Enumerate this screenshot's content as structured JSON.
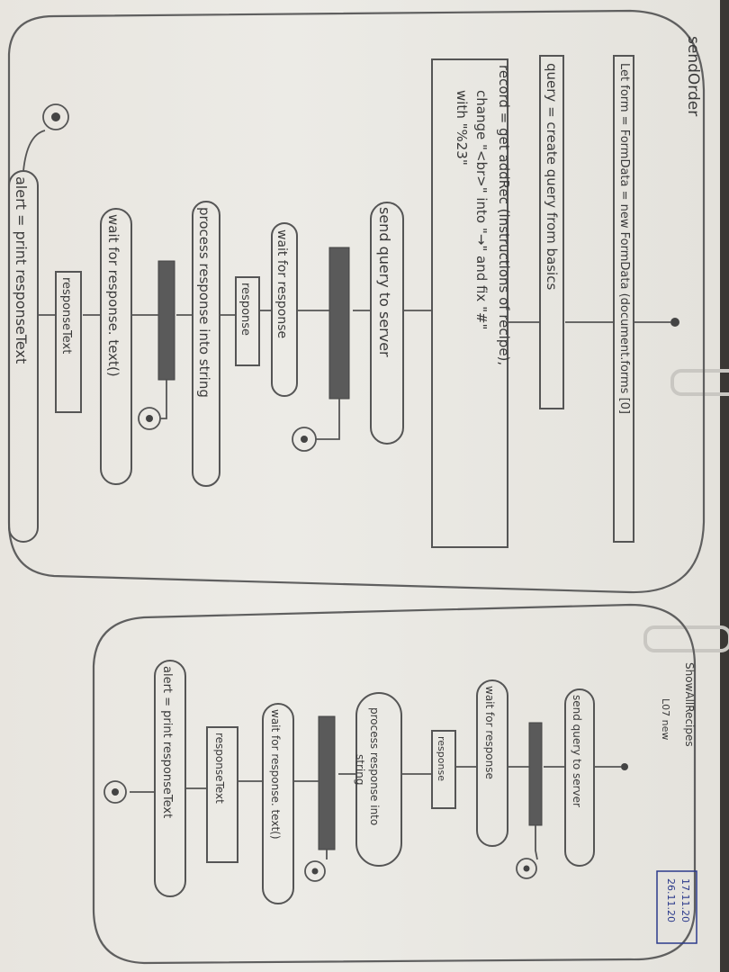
{
  "diagram1": {
    "title": "sendOrder",
    "steps": {
      "form": "Let form = FormData = new FormData (document.forms [0]",
      "query": "query = create query from basics",
      "record1": "record = get addRec (instructions of recipe),",
      "record2": "change \"<br>\" into \"→\" and fix \"#\"",
      "record3": "with \"%23\"",
      "send": "send query to server",
      "wait1": "wait for response",
      "response": "response",
      "process": "process response into string",
      "wait2": "wait for response. text()",
      "responseText": "responseText",
      "alert": "alert = print responseText"
    }
  },
  "diagram2": {
    "title": "ShowAllRecipes",
    "header_note": "L07 new",
    "steps": {
      "send": "send query to server",
      "wait1": "wait for response",
      "response": "response",
      "process1": "process response into",
      "process2": "string",
      "wait2": "wait for response. text()",
      "responseText": "responseText",
      "alert": "alert = print responseText"
    }
  },
  "dates": {
    "date1": "17.11.20",
    "date2": "26.11.20"
  },
  "colors": {
    "ink": "#3a3a3a",
    "date_ink": "#2c3b8c",
    "paper": "#e9e7e1"
  }
}
